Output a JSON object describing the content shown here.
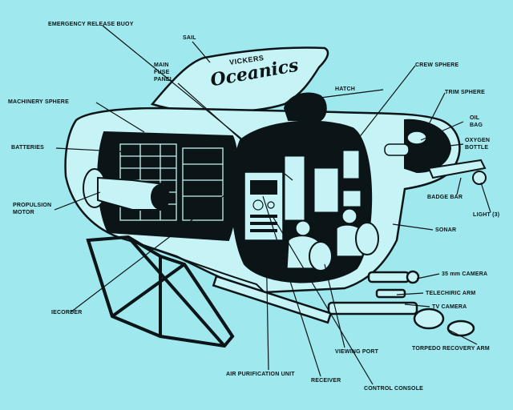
{
  "brand": {
    "line1": "VICKERS",
    "line2": "Oceanics"
  },
  "labels": {
    "emergency_release_buoy": "EMERGENCY RELEASE BUOY",
    "sail": "SAIL",
    "main_fuse_panel_1": "MAIN",
    "main_fuse_panel_2": "FUSE",
    "main_fuse_panel_3": "PANEL",
    "machinery_sphere": "MACHINERY SPHERE",
    "batteries": "BATTERIES",
    "propulsion_motor_1": "PROPULSION",
    "propulsion_motor_2": "MOTOR",
    "recorder": "IECORDER",
    "hatch": "HATCH",
    "crew_sphere": "CREW SPHERE",
    "trim_sphere": "TRIM SPHERE",
    "oil_bag_1": "OIL",
    "oil_bag_2": "BAG",
    "oxygen_bottle_1": "OXYGEN",
    "oxygen_bottle_2": "BOTTLE",
    "badge_bar": "BADGE BAR",
    "light": "LIGHT (3)",
    "sonar": "SONAR",
    "camera_35mm": "35 mm CAMERA",
    "telechiric_arm": "TELECHIRIC ARM",
    "tv_camera": "TV CAMERA",
    "torpedo_recovery_arm": "TORPEDO RECOVERY ARM",
    "air_purification_unit": "AIR PURIFICATION UNIT",
    "viewing_port": "VIEWING PORT",
    "receiver": "RECEIVER",
    "control_console": "CONTROL CONSOLE"
  },
  "colors": {
    "background": "#9fe8ee",
    "ink": "#0b1416",
    "hull_fill": "#c6f3f5"
  }
}
